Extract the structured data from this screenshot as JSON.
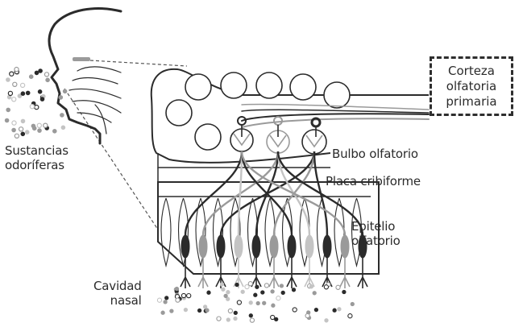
{
  "colors": {
    "ink": "#2b2b2b",
    "grey": "#9a9a9a",
    "light": "#c4c4c4"
  },
  "labels": {
    "cortex": "Corteza\nolfatoria\nprimaria",
    "bulb": "Bulbo olfatorio",
    "plate": "Placa cribiforme",
    "epithelium": "Epitelio\nolfatorio",
    "odorants": "Sustancias\nodoríferas",
    "cavity": "Cavidad\nnasal"
  },
  "icons": [
    "head-profile-icon",
    "odorant-particles-icon",
    "neuron-icon",
    "glomerulus-icon"
  ]
}
